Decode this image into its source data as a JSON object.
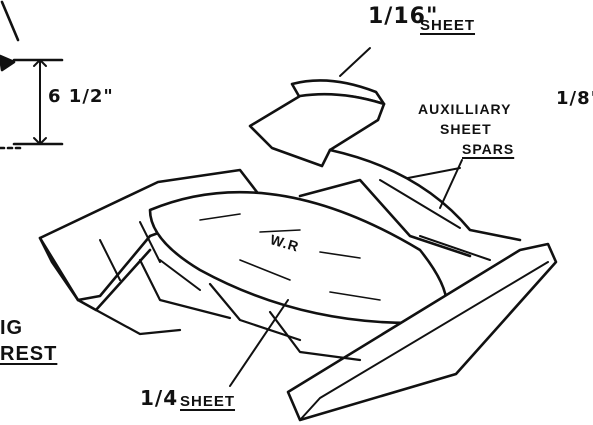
{
  "labels": {
    "sheet_top_fraction": "1/16\"",
    "sheet_top_word": "SHEET",
    "sheet_bottom_fraction": "1/4",
    "sheet_bottom_word": "SHEET",
    "dimension": "6 1/2\"",
    "spacing_fraction": "1/8\"",
    "auxiliary_line1": "AUXILLIARY",
    "auxiliary_line2": "SHEET",
    "auxiliary_line3": "SPARS",
    "rib_label": "W.R",
    "partial_left_top": "IG",
    "partial_left_bottom": "REST"
  },
  "colors": {
    "ink": "#111111",
    "paper": "#ffffff"
  }
}
